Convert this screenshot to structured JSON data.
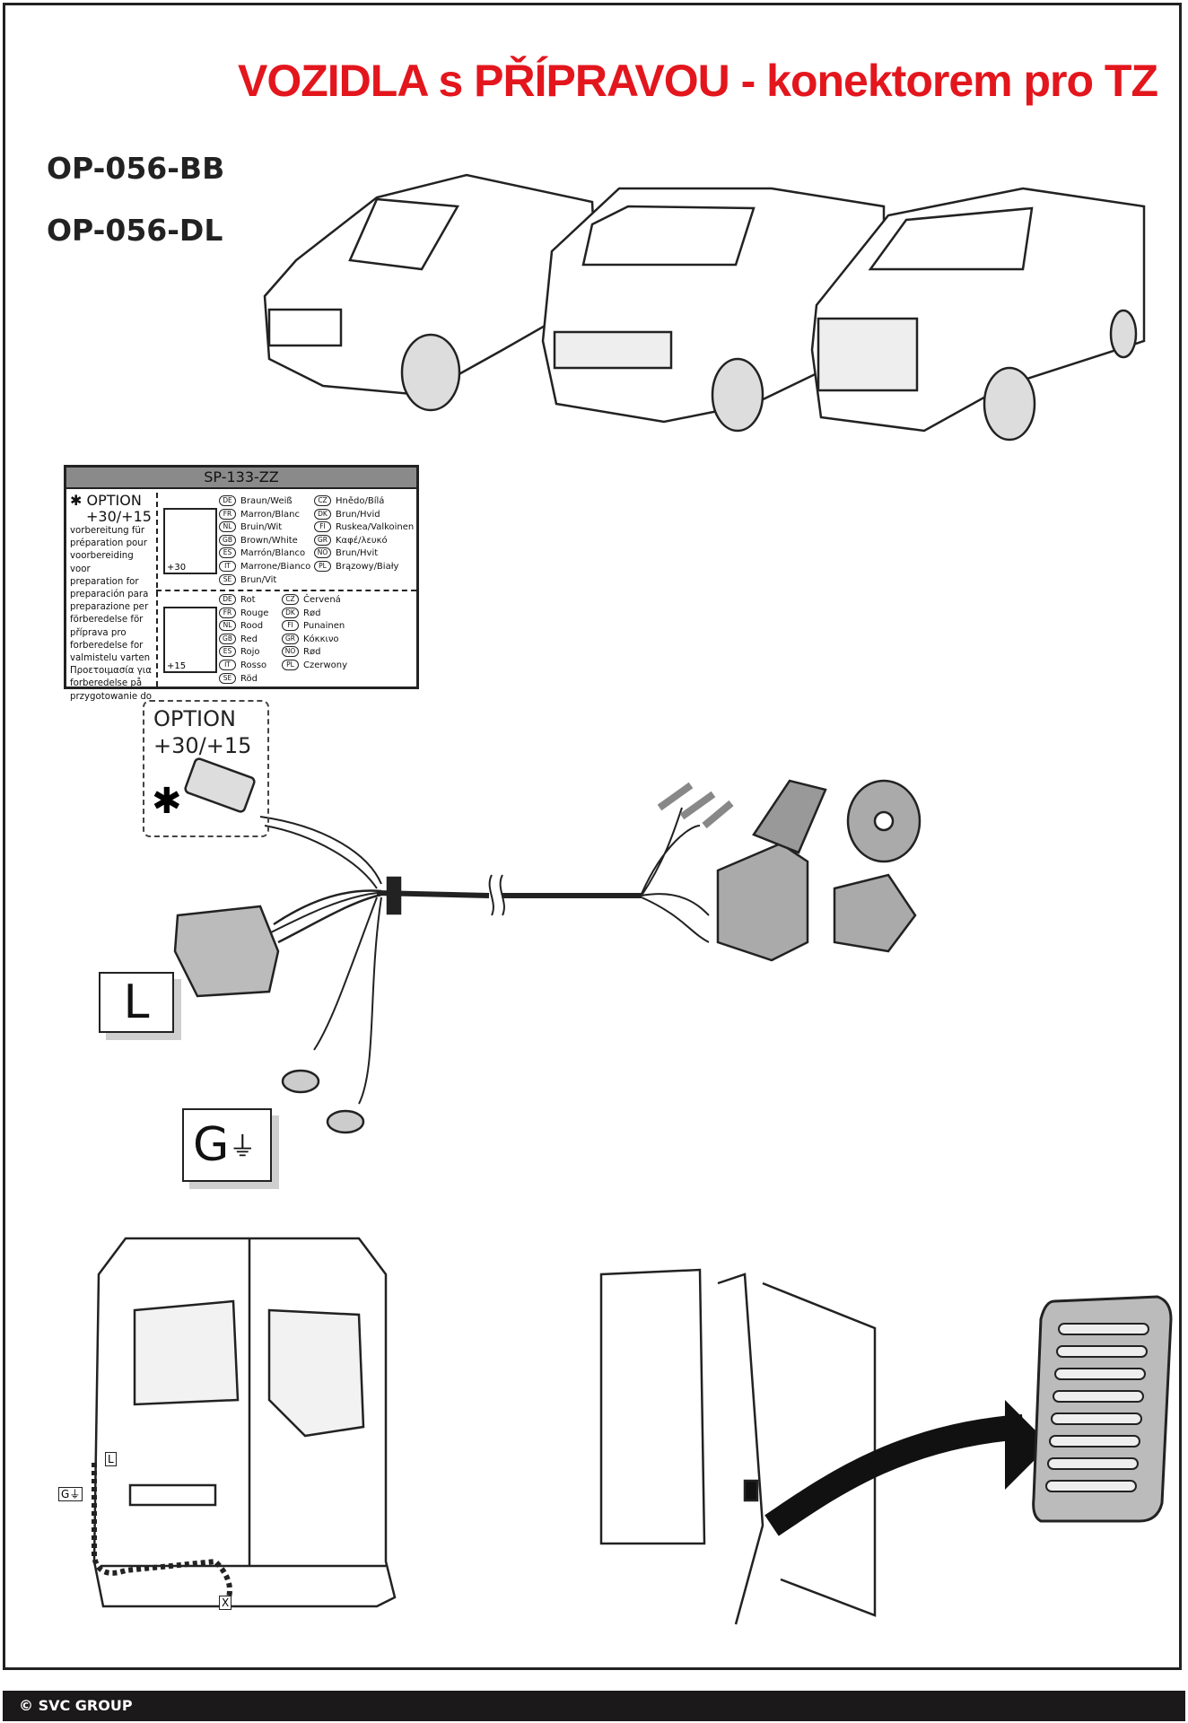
{
  "title": "VOZIDLA s PŘÍPRAVOU - konektorem pro TZ",
  "product_codes": [
    "OP-056-BB",
    "OP-056-DL"
  ],
  "legend": {
    "header": "SP-133-ZZ",
    "option_title": "OPTION",
    "option_value": "+30/+15",
    "option_lines": [
      "vorbereitung für",
      "préparation pour",
      "voorbereiding voor",
      "preparation for",
      "preparación para",
      "preparazione per",
      "förberedelse för",
      "příprava pro",
      "forberedelse for",
      "valmistelu varten",
      "Προετοιμασία για",
      "forberedelse på",
      "przygotowanie do"
    ],
    "plus30_label": "+30",
    "plus15_label": "+15",
    "plus30_colors_left": [
      [
        "DE",
        "Braun/Weiß"
      ],
      [
        "FR",
        "Marron/Blanc"
      ],
      [
        "NL",
        "Bruin/Wit"
      ],
      [
        "GB",
        "Brown/White"
      ],
      [
        "ES",
        "Marrón/Blanco"
      ],
      [
        "IT",
        "Marrone/Bianco"
      ],
      [
        "SE",
        "Brun/Vit"
      ]
    ],
    "plus30_colors_right": [
      [
        "CZ",
        "Hnědo/Bílá"
      ],
      [
        "DK",
        "Brun/Hvid"
      ],
      [
        "FI",
        "Ruskea/Valkoinen"
      ],
      [
        "GR",
        "Καφέ/λευκό"
      ],
      [
        "NO",
        "Brun/Hvit"
      ],
      [
        "PL",
        "Brązowy/Biały"
      ]
    ],
    "plus15_colors_left": [
      [
        "DE",
        "Rot"
      ],
      [
        "FR",
        "Rouge"
      ],
      [
        "NL",
        "Rood"
      ],
      [
        "GB",
        "Red"
      ],
      [
        "ES",
        "Rojo"
      ],
      [
        "IT",
        "Rosso"
      ],
      [
        "SE",
        "Röd"
      ]
    ],
    "plus15_colors_right": [
      [
        "CZ",
        "Červená"
      ],
      [
        "DK",
        "Rød"
      ],
      [
        "FI",
        "Punainen"
      ],
      [
        "GR",
        "Κόκκινο"
      ],
      [
        "NO",
        "Rød"
      ],
      [
        "PL",
        "Czerwony"
      ]
    ]
  },
  "option_box": {
    "line1": "OPTION",
    "line2": "+30/+15",
    "mark": "✱"
  },
  "labels": {
    "L": "L",
    "G": "G",
    "X": "X"
  },
  "footer": "© SVC GROUP",
  "colors": {
    "title": "#e3161d",
    "footer_bg": "#1b191a"
  }
}
